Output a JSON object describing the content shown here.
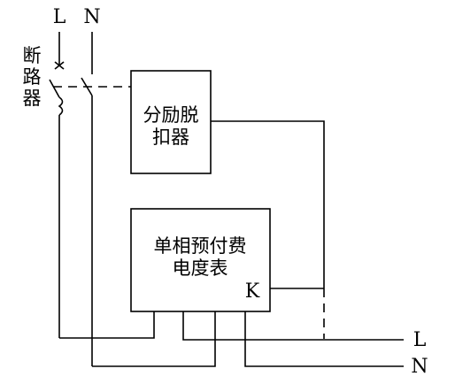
{
  "labels": {
    "top_l": "L",
    "top_n": "N",
    "right_l": "L",
    "right_n": "N",
    "breaker": [
      "断",
      "路",
      "器"
    ]
  },
  "shunt_trip": {
    "lines": [
      "分励脱",
      "扣器"
    ]
  },
  "meter": {
    "lines": [
      "单相预付费",
      "电度表"
    ],
    "contact": "K"
  },
  "colors": {
    "line": "#000000",
    "background": "#ffffff"
  }
}
